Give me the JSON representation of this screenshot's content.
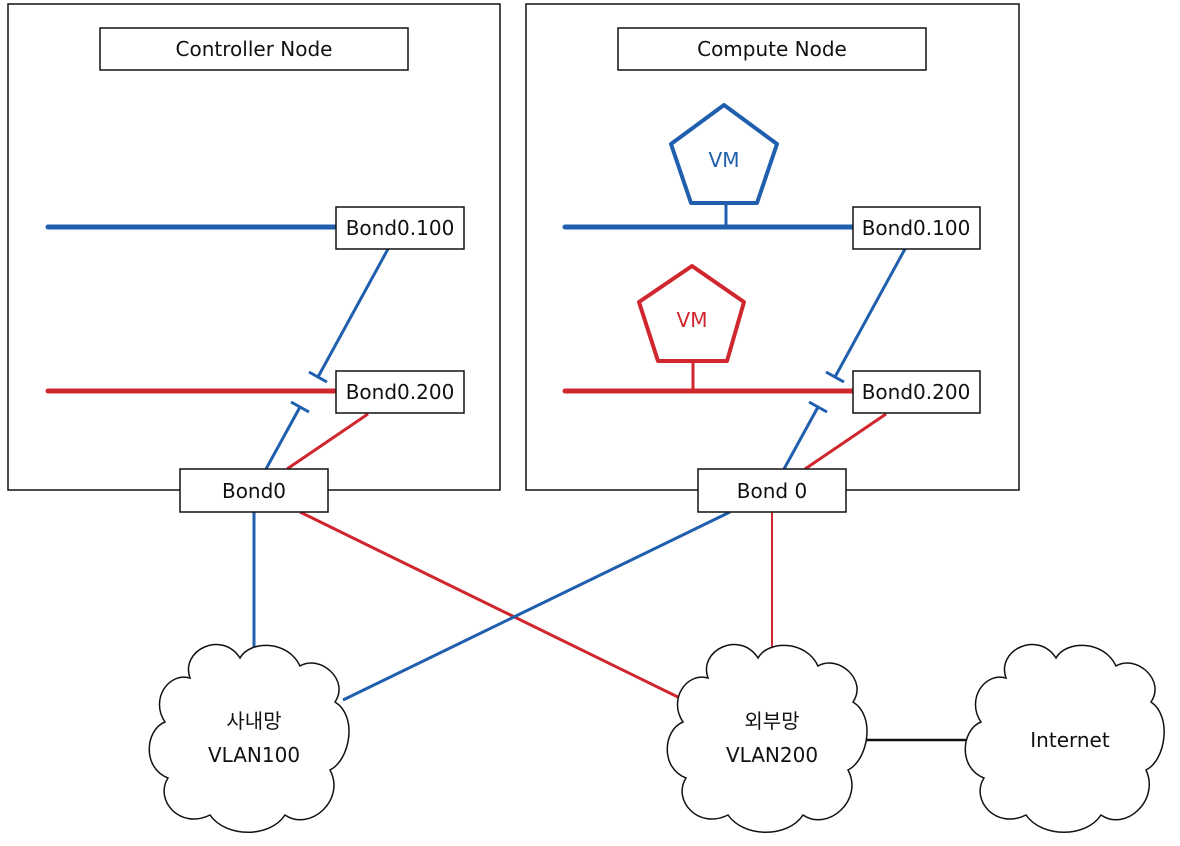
{
  "colors": {
    "vlan100": "#1f5fad",
    "vlan200": "#d0262d",
    "outline": "#111111"
  },
  "controller": {
    "title": "Controller Node",
    "bond_vlan100": "Bond0.100",
    "bond_vlan200": "Bond0.200",
    "bond": "Bond0"
  },
  "compute": {
    "title": "Compute Node",
    "vm_blue": "VM",
    "vm_red": "VM",
    "bond_vlan100": "Bond0.100",
    "bond_vlan200": "Bond0.200",
    "bond": "Bond 0"
  },
  "clouds": {
    "internal": {
      "name": "사내망",
      "vlan": "VLAN100"
    },
    "external": {
      "name": "외부망",
      "vlan": "VLAN200"
    },
    "internet": {
      "name": "Internet"
    }
  }
}
